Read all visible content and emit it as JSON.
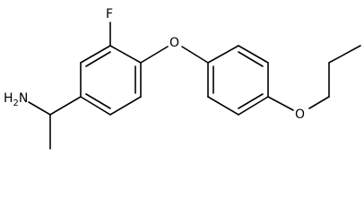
{
  "molecule": {
    "atoms": {
      "fluorine": "F",
      "ether_oxygen": "O",
      "propoxy_oxygen": "O",
      "amine": {
        "main": "H",
        "subscript": "2",
        "tail": "N"
      }
    },
    "colors": {
      "bond": "#000000",
      "label": "#000000",
      "background": "#ffffff"
    }
  }
}
